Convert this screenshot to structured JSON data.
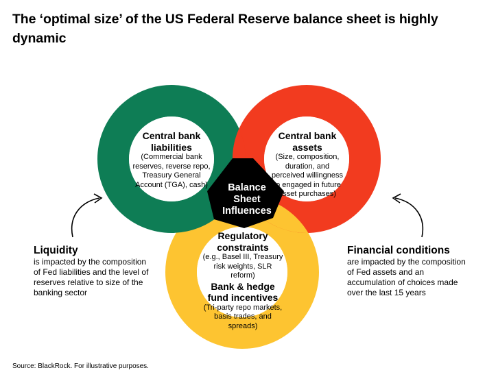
{
  "title": "The ‘optimal size’ of the US Federal Reserve balance sheet is highly dynamic",
  "colors": {
    "liabilities": "#0E7D55",
    "assets": "#F23B1F",
    "regulatory": "#FDC431",
    "center": "#000000"
  },
  "liabilities": {
    "heading": "Central bank liabilities",
    "detail": "(Commercial bank reserves, reverse repo, Treasury General Account (TGA), cash)"
  },
  "assets": {
    "heading": "Central bank assets",
    "detail": "(Size, composition, duration, and perceived willingness to engaged in future asset purchases)"
  },
  "center": {
    "label": "Balance Sheet Influences"
  },
  "regulatory": {
    "heading": "Regulatory constraints",
    "detail": "(e.g., Basel III, Treasury risk weights, SLR reform)",
    "heading2": "Bank & hedge fund incentives",
    "detail2": "(Tri-party repo markets, basis trades, and spreads)"
  },
  "liquidity": {
    "heading": "Liquidity",
    "text": "is impacted by the composition of Fed liabilities and the level of reserves relative to size of the banking sector"
  },
  "financial": {
    "heading": "Financial conditions",
    "text": "are impacted by the composition of Fed assets and an accumulation of choices made over the last 15 years"
  },
  "source": "Source: BlackRock. For illustrative purposes."
}
